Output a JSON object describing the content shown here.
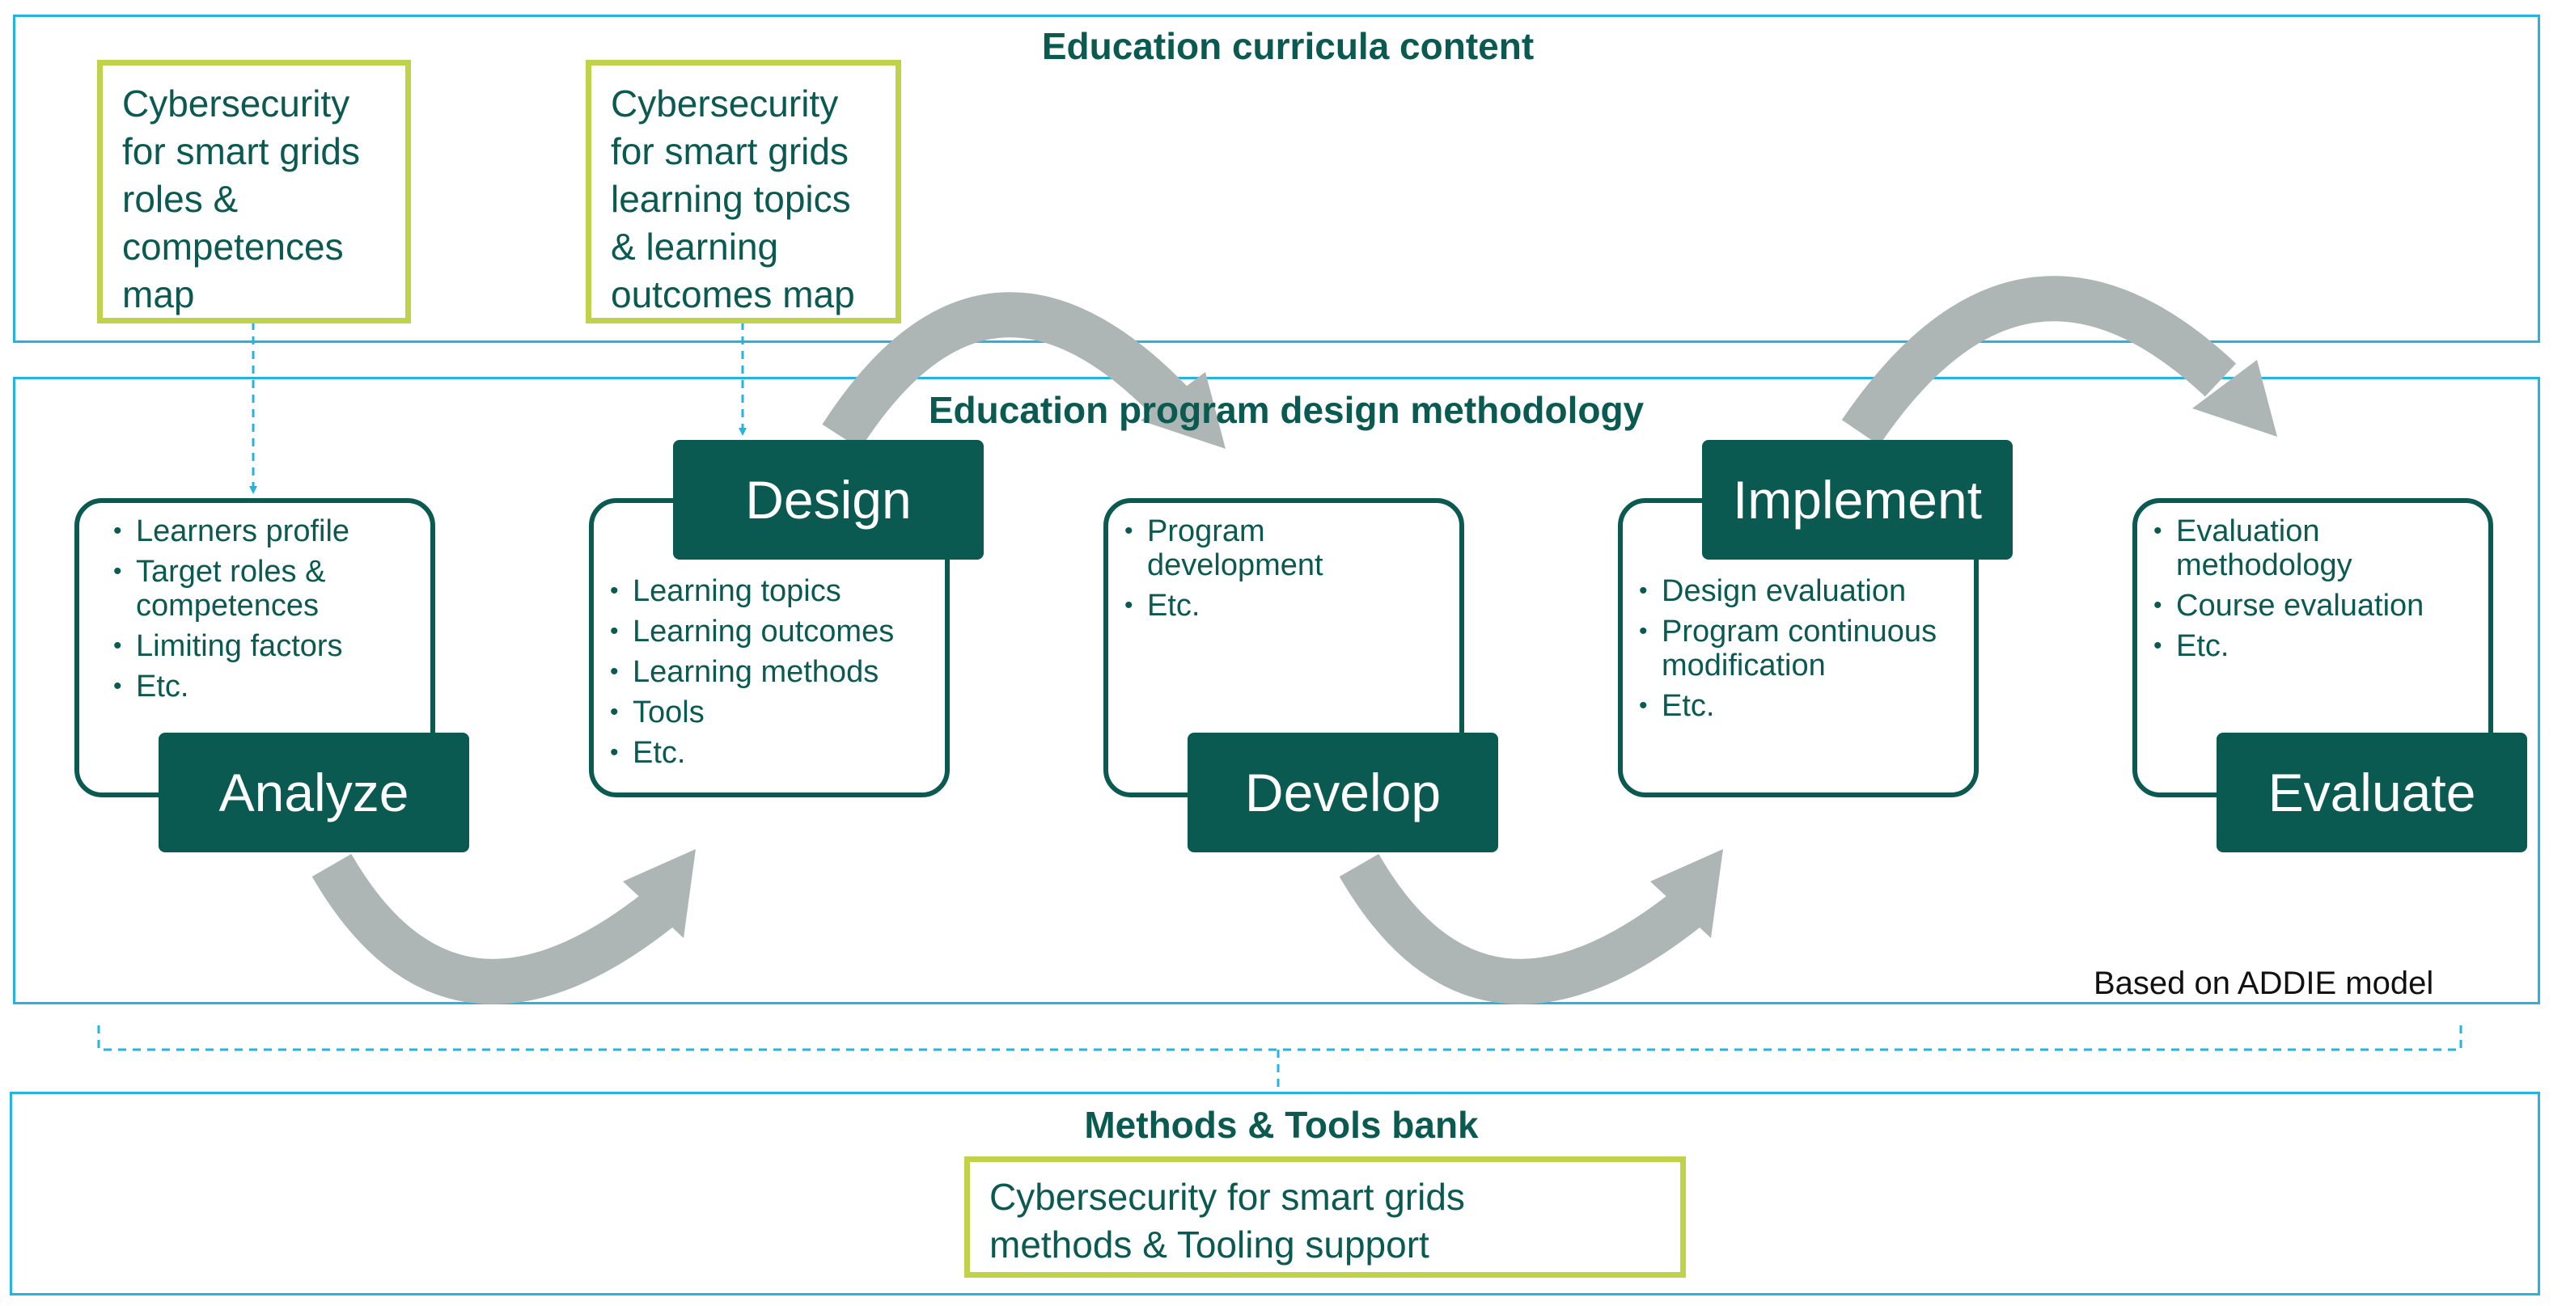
{
  "sections": {
    "curricula_title": "Education curricula content",
    "methodology_title": "Education program design methodology",
    "bank_title": "Methods & Tools bank"
  },
  "curricula": {
    "roles_box": [
      "Cybersecurity",
      "for smart grids",
      "roles &",
      "competences",
      "map"
    ],
    "topics_box": [
      "Cybersecurity",
      "for smart grids",
      "learning topics",
      "& learning",
      "outcomes map"
    ]
  },
  "phases": [
    {
      "label": "Analyze",
      "items": [
        "Learners profile",
        "Target roles & competences",
        "Limiting factors",
        "Etc."
      ]
    },
    {
      "label": "Design",
      "items": [
        "Learning topics",
        "Learning outcomes",
        "Learning methods",
        "Tools",
        "Etc."
      ]
    },
    {
      "label": "Develop",
      "items": [
        "Program development",
        "Etc."
      ]
    },
    {
      "label": "Implement",
      "items": [
        "Design evaluation",
        "Program continuous modification",
        "Etc."
      ]
    },
    {
      "label": "Evaluate",
      "items": [
        "Evaluation methodology",
        "Course evaluation",
        "Etc."
      ]
    }
  ],
  "note": "Based on ADDIE model",
  "bank": {
    "box": [
      "Cybersecurity for smart grids",
      "methods & Tooling support"
    ]
  },
  "colors": {
    "frame": "#25b4e2",
    "highlight": "#bfd24a",
    "phase": "#0b5a52",
    "arrow": "#adb6b4"
  }
}
